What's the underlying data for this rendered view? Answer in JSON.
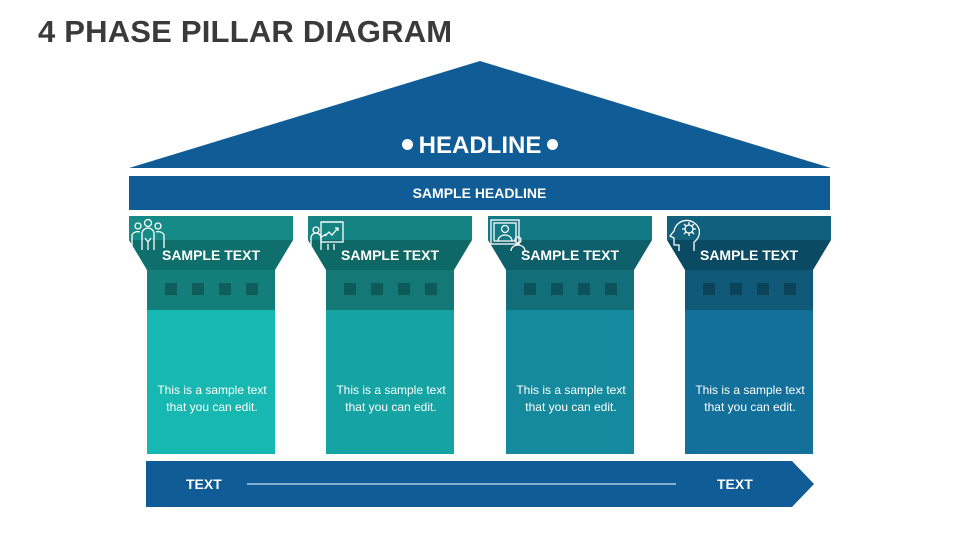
{
  "title": "4 PHASE PILLAR DIAGRAM",
  "roof": {
    "headline": "HEADLINE",
    "color": "#0f5c97"
  },
  "beam": {
    "label": "SAMPLE HEADLINE"
  },
  "pillars": [
    {
      "label": "SAMPLE TEXT",
      "text": "This is a sample text that you can edit.",
      "icon": "team-icon",
      "capColor": "#168a86",
      "labelBand": "#0f6f6c",
      "blockColor": "#147e7b",
      "shaftColor": "#17b8b1",
      "squareColor": "#0f5e5c"
    },
    {
      "label": "SAMPLE TEXT",
      "text": "This is a sample text that you can edit.",
      "icon": "presentation-icon",
      "capColor": "#148381",
      "labelBand": "#0e6866",
      "blockColor": "#137876",
      "shaftColor": "#15a3a4",
      "squareColor": "#0e5a59"
    },
    {
      "label": "SAMPLE TEXT",
      "text": "This is a sample text that you can edit.",
      "icon": "video-call-icon",
      "capColor": "#137a85",
      "labelBand": "#0d5f69",
      "blockColor": "#126f7a",
      "shaftColor": "#158a9e",
      "squareColor": "#0d525b"
    },
    {
      "label": "SAMPLE TEXT",
      "text": "This is a sample text that you can edit.",
      "icon": "head-gear-icon",
      "capColor": "#11607c",
      "labelBand": "#0b4a63",
      "blockColor": "#105978",
      "shaftColor": "#13709a",
      "squareColor": "#0b4358"
    }
  ],
  "arrow": {
    "left_text": "TEXT",
    "right_text": "TEXT",
    "color": "#0f5c97"
  }
}
